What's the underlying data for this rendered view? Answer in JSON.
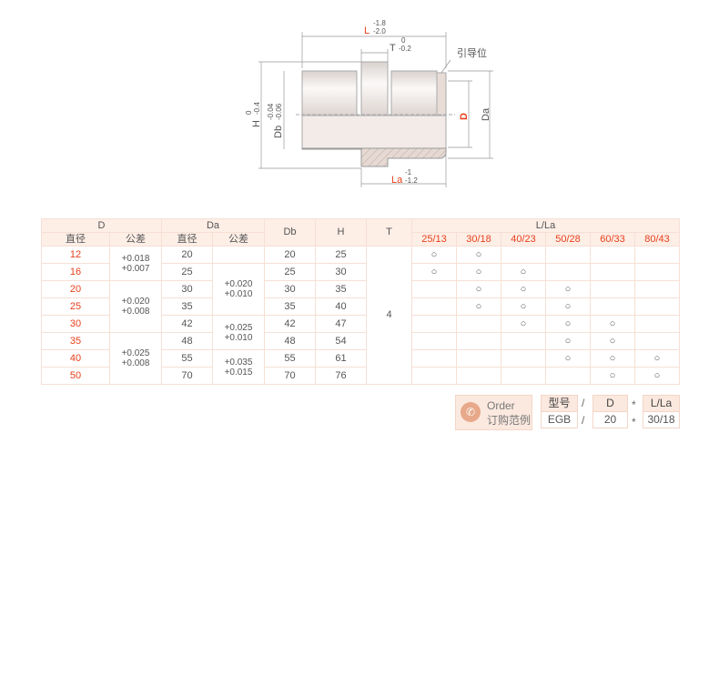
{
  "drawing": {
    "L": "L",
    "L_tol_top": "-1.8",
    "L_tol_bot": "-2.0",
    "T": "T",
    "T_tol_top": "0",
    "T_tol_bot": "-0.2",
    "guide": "引导位",
    "H": "H",
    "H_tol_top": "0",
    "H_tol_bot": "-0.4",
    "Db": "Db",
    "Db_tol_top": "-0.04",
    "Db_tol_bot": "-0.06",
    "D": "D",
    "Da": "Da",
    "La": "La",
    "La_tol_top": "-1",
    "La_tol_bot": "-1.2"
  },
  "table": {
    "h_D": "D",
    "h_Da": "Da",
    "h_Db": "Db",
    "h_H": "H",
    "h_T": "T",
    "h_LLa": "L/La",
    "h_dia": "直径",
    "h_tol": "公差",
    "lla_cols": [
      "25/13",
      "30/18",
      "40/23",
      "50/28",
      "60/33",
      "80/43"
    ],
    "D_tols": [
      "+0.018\n+0.007",
      "+0.020\n+0.008",
      "+0.025\n+0.008"
    ],
    "Da_tols": [
      "+0.020\n+0.010",
      "+0.025\n+0.010",
      "+0.035\n+0.015"
    ],
    "T_value": "4",
    "mark": "○",
    "rows": [
      {
        "D": "12",
        "Da": "20",
        "Db": "20",
        "H": "25",
        "avail": [
          1,
          1,
          0,
          0,
          0,
          0
        ]
      },
      {
        "D": "16",
        "Da": "25",
        "Db": "25",
        "H": "30",
        "avail": [
          1,
          1,
          1,
          0,
          0,
          0
        ]
      },
      {
        "D": "20",
        "Da": "30",
        "Db": "30",
        "H": "35",
        "avail": [
          0,
          1,
          1,
          1,
          0,
          0
        ]
      },
      {
        "D": "25",
        "Da": "35",
        "Db": "35",
        "H": "40",
        "avail": [
          0,
          1,
          1,
          1,
          0,
          0
        ]
      },
      {
        "D": "30",
        "Da": "42",
        "Db": "42",
        "H": "47",
        "avail": [
          0,
          0,
          1,
          1,
          1,
          0
        ]
      },
      {
        "D": "35",
        "Da": "48",
        "Db": "48",
        "H": "54",
        "avail": [
          0,
          0,
          0,
          1,
          1,
          0
        ]
      },
      {
        "D": "40",
        "Da": "55",
        "Db": "55",
        "H": "61",
        "avail": [
          0,
          0,
          0,
          1,
          1,
          1
        ]
      },
      {
        "D": "50",
        "Da": "70",
        "Db": "70",
        "H": "76",
        "avail": [
          0,
          0,
          0,
          0,
          1,
          1
        ]
      }
    ]
  },
  "order": {
    "title": "Order",
    "subtitle": "订购范例",
    "h_model": "型号",
    "h_D": "D",
    "h_LLa": "L/La",
    "model": "EGB",
    "D": "20",
    "LLa": "30/18",
    "slash": "/",
    "star": "*"
  },
  "colors": {
    "accent": "#e8401c",
    "header_bg": "#fdeee6",
    "border": "#f6e0d4"
  }
}
